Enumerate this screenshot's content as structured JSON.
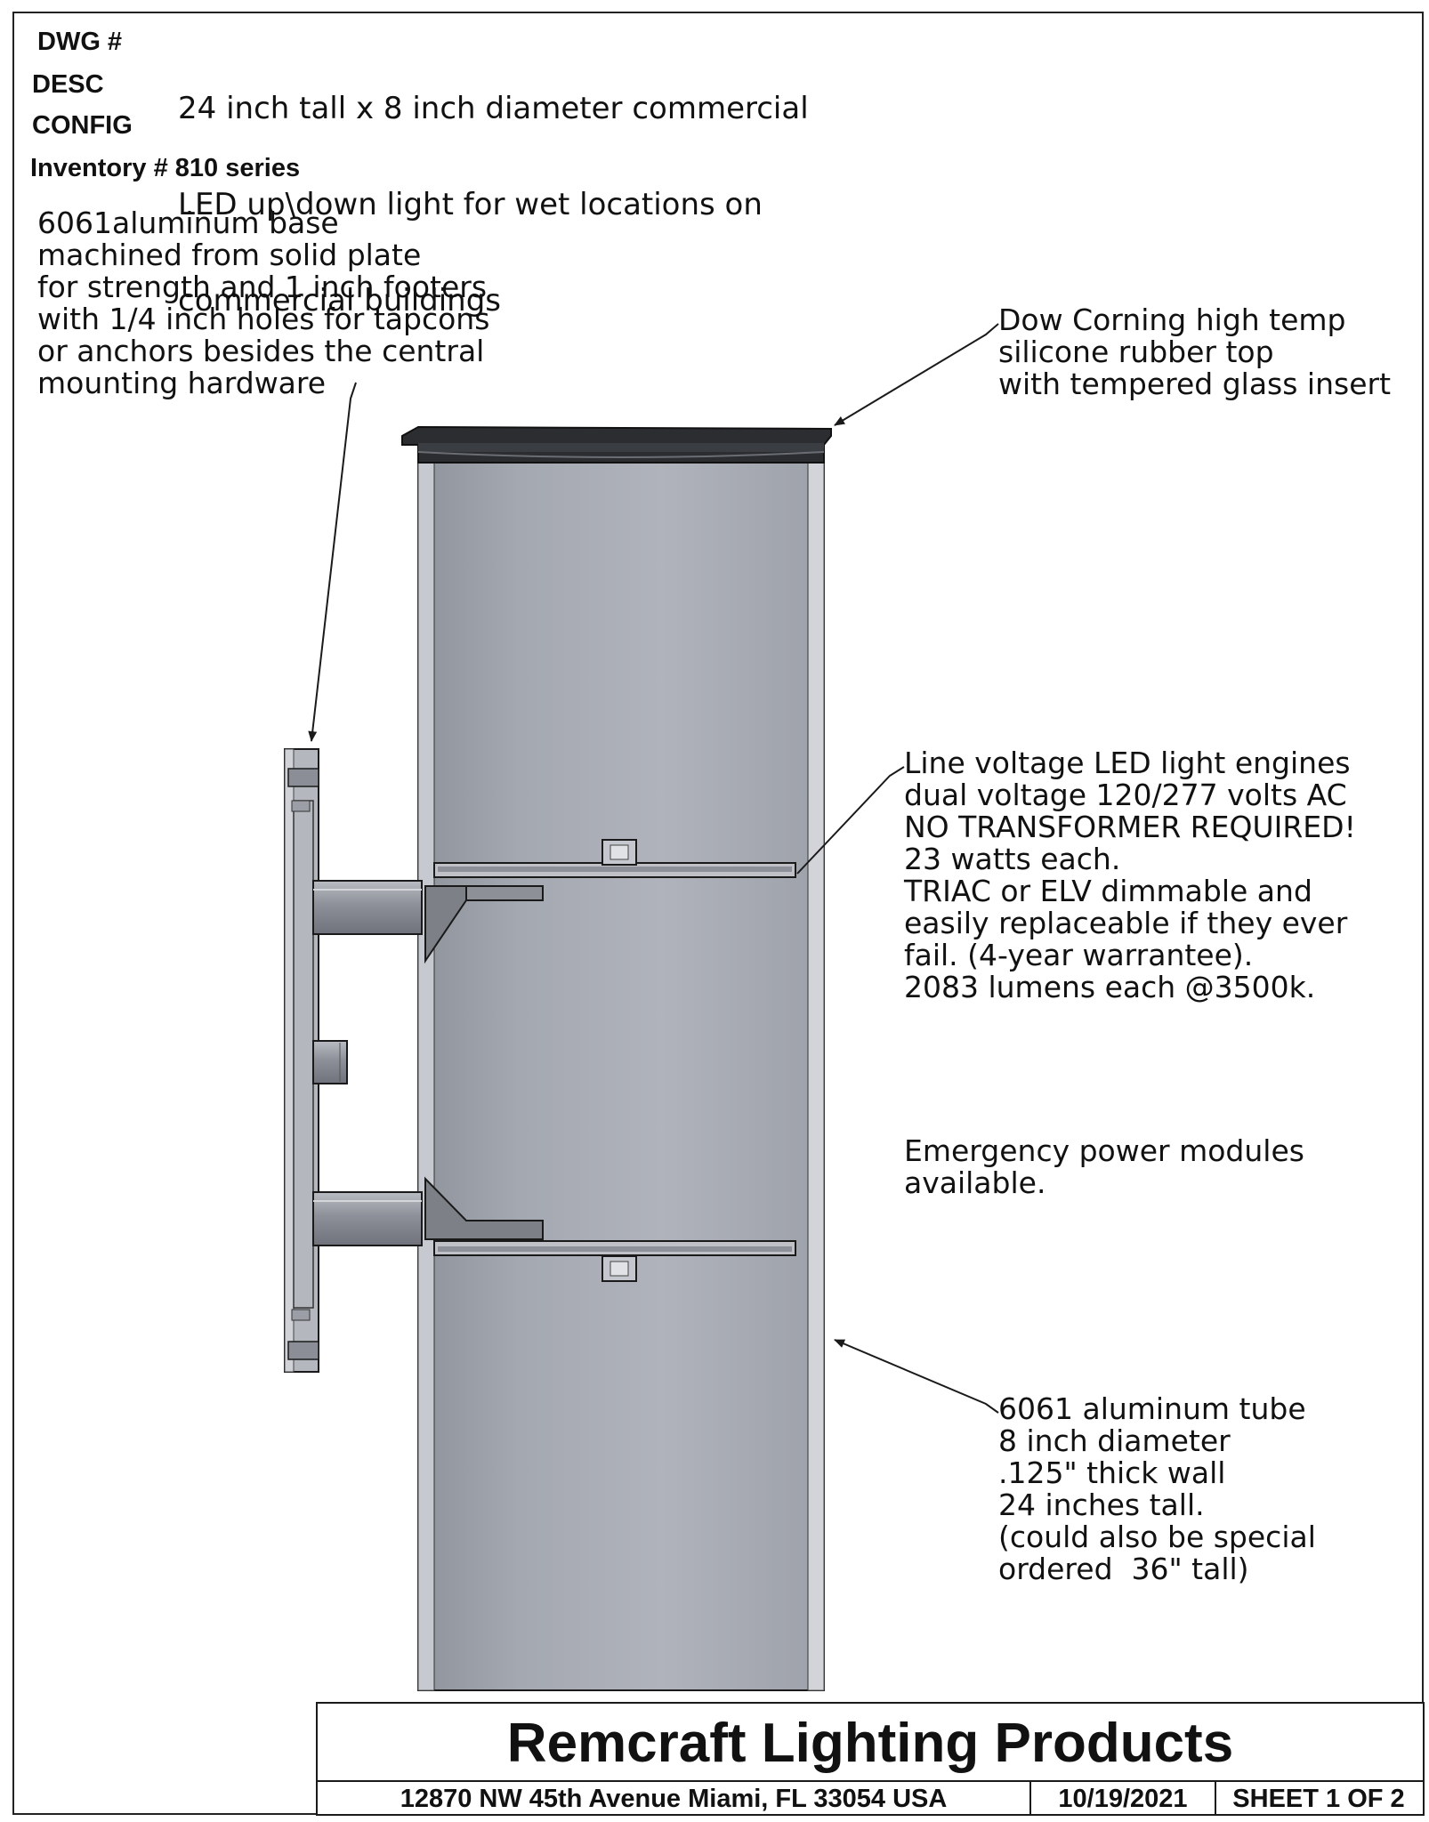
{
  "header": {
    "dwg_label": "DWG #",
    "desc_label": "DESC",
    "config_label": "CONFIG",
    "inventory": "Inventory #  810 series",
    "description_lines": [
      "24 inch tall x 8 inch diameter commercial",
      "LED up\\down light for wet locations on",
      "commercial buildings"
    ]
  },
  "notes": {
    "base": [
      "6061aluminum base",
      "machined from solid plate",
      "for strength and 1 inch footers",
      "with 1/4 inch holes for tapcons",
      "or anchors besides the central",
      "mounting hardware"
    ],
    "top": [
      "Dow Corning high temp",
      "silicone rubber top",
      "with tempered glass insert"
    ],
    "engines": [
      "Line voltage LED light engines",
      "dual voltage 120/277 volts AC",
      "NO TRANSFORMER REQUIRED!",
      "23 watts each.",
      "TRIAC or ELV dimmable and",
      "easily replaceable if they ever",
      "fail. (4-year warrantee).",
      "2083 lumens each @3500k."
    ],
    "emergency": [
      "Emergency power modules",
      "available."
    ],
    "tube": [
      "6061 aluminum tube",
      "8 inch diameter",
      ".125\" thick wall",
      "24 inches tall.",
      "(could also be special",
      "ordered  36\" tall)"
    ]
  },
  "title_block": {
    "company": "Remcraft Lighting Products",
    "address": "12870 NW 45th Avenue Miami, FL 33054  USA",
    "date": "10/19/2021",
    "sheet": "SHEET 1 OF 2"
  },
  "colors": {
    "tube_body": "#a7aab3",
    "tube_edge": "#c9ccd3",
    "gasket": "#2b2d31",
    "bracket": "#8e9098",
    "line": "#1a1a1a"
  }
}
